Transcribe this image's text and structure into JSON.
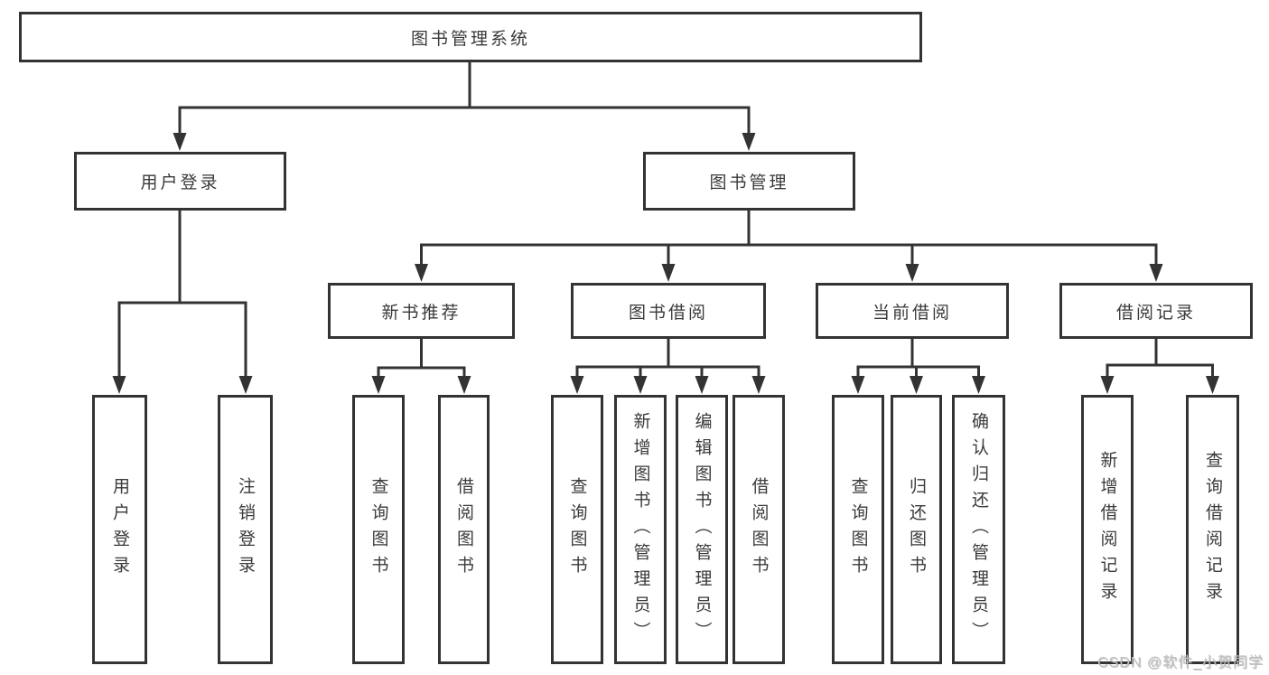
{
  "diagram": {
    "nodes": {
      "root": "图书管理系统",
      "login": "用户登录",
      "management": "图书管理",
      "new_book_rec": "新书推荐",
      "book_borrow": "图书借阅",
      "current_borrow": "当前借阅",
      "borrow_records": "借阅记录",
      "leaf_user_login": "用户登录",
      "leaf_logout": "注销登录",
      "leaf_rec_query_book": "查询图书",
      "leaf_rec_borrow_book": "借阅图书",
      "leaf_bb_query_book": "查询图书",
      "leaf_bb_add_book_admin": "新增图书（管理员）",
      "leaf_bb_edit_book_admin": "编辑图书（管理员）",
      "leaf_bb_borrow_book": "借阅图书",
      "leaf_cb_query_book": "查询图书",
      "leaf_cb_return_book": "归还图书",
      "leaf_cb_confirm_return_admin": "确认归还（管理员）",
      "leaf_br_add_record": "新增借阅记录",
      "leaf_br_query_record": "查询借阅记录"
    },
    "colors": {
      "line": "#333333",
      "box_border": "#333333",
      "text": "#3a3a3a",
      "background": "#ffffff",
      "watermark_text": "#c3c3c3"
    }
  },
  "watermark": "CSDN @软件_小贺同学"
}
